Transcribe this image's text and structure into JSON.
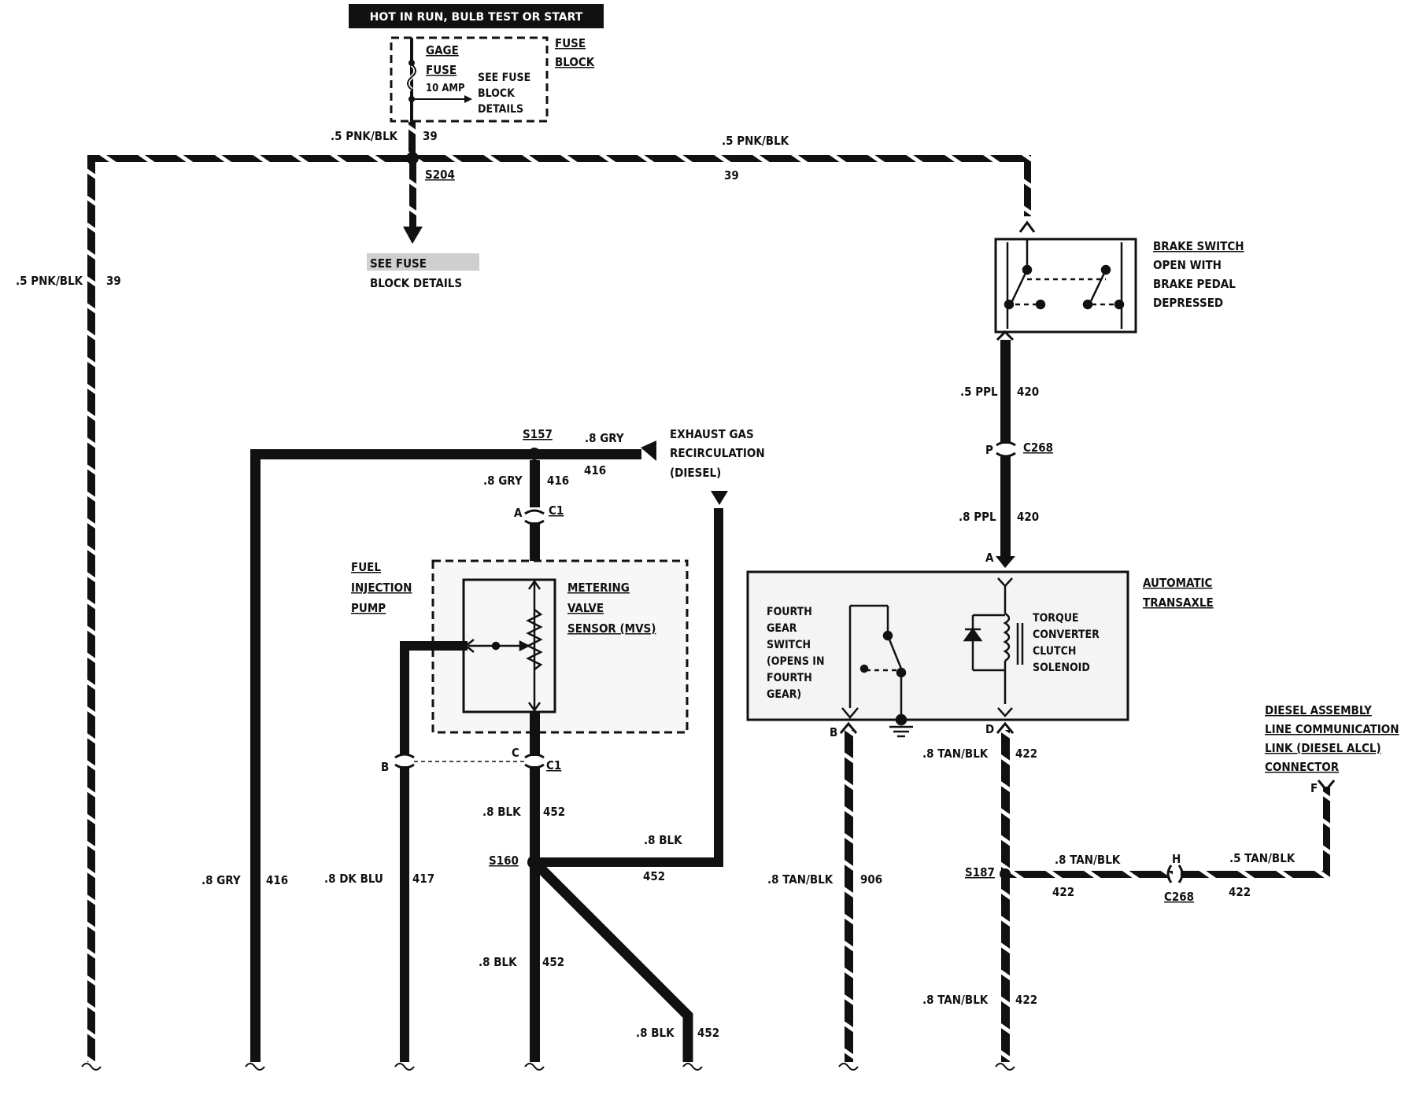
{
  "header": {
    "hot_label": "HOT IN RUN, BULB TEST OR START"
  },
  "fuse_block": {
    "title_line1": "FUSE",
    "title_line2": "BLOCK",
    "fuse_line1": "GAGE",
    "fuse_line2": "FUSE",
    "fuse_rating": "10 AMP",
    "see_line1": "SEE FUSE",
    "see_line2": "BLOCK",
    "see_line3": "DETAILS"
  },
  "wires": {
    "w39_gauge": ".5 PNK/BLK",
    "w39_circuit": "39",
    "w416_gauge": ".8 GRY",
    "w416_circuit": "416",
    "w417_gauge": ".8 DK BLU",
    "w417_circuit": "417",
    "w452_gauge": ".8 BLK",
    "w452_circuit": "452",
    "w420_gauge1": ".5 PPL",
    "w420_gauge2": ".8 PPL",
    "w420_circuit": "420",
    "w422_gauge": ".8 TAN/BLK",
    "w422_gauge_small": ".5 TAN/BLK",
    "w422_circuit": "422",
    "w906_gauge": ".8 TAN/BLK",
    "w906_circuit": "906"
  },
  "splices": {
    "s204": "S204",
    "s157": "S157",
    "s160": "S160",
    "s187": "S187"
  },
  "connectors": {
    "c1": "C1",
    "c268": "C268",
    "pin_a": "A",
    "pin_b": "B",
    "pin_c": "C",
    "pin_d": "D",
    "pin_f": "F",
    "pin_h": "H",
    "pin_p": "P"
  },
  "see_fuse": {
    "line1": "SEE FUSE",
    "line2": "BLOCK DETAILS"
  },
  "egr": {
    "line1": "EXHAUST GAS",
    "line2": "RECIRCULATION",
    "line3": "(DIESEL)"
  },
  "fuel_pump": {
    "line1": "FUEL",
    "line2": "INJECTION",
    "line3": "PUMP"
  },
  "mvs": {
    "line1": "METERING",
    "line2": "VALVE",
    "line3": "SENSOR (MVS)"
  },
  "brake_switch": {
    "line1": "BRAKE SWITCH",
    "line2": "OPEN WITH",
    "line3": "BRAKE PEDAL",
    "line4": "DEPRESSED"
  },
  "transaxle": {
    "line1": "AUTOMATIC",
    "line2": "TRANSAXLE",
    "fourth_1": "FOURTH",
    "fourth_2": "GEAR",
    "fourth_3": "SWITCH",
    "fourth_4": "(OPENS IN",
    "fourth_5": "FOURTH",
    "fourth_6": "GEAR)",
    "tcc_1": "TORQUE",
    "tcc_2": "CONVERTER",
    "tcc_3": "CLUTCH",
    "tcc_4": "SOLENOID"
  },
  "alcl": {
    "line1": "DIESEL ASSEMBLY",
    "line2": "LINE COMMUNICATION",
    "line3": "LINK (DIESEL ALCL)",
    "line4": "CONNECTOR"
  }
}
